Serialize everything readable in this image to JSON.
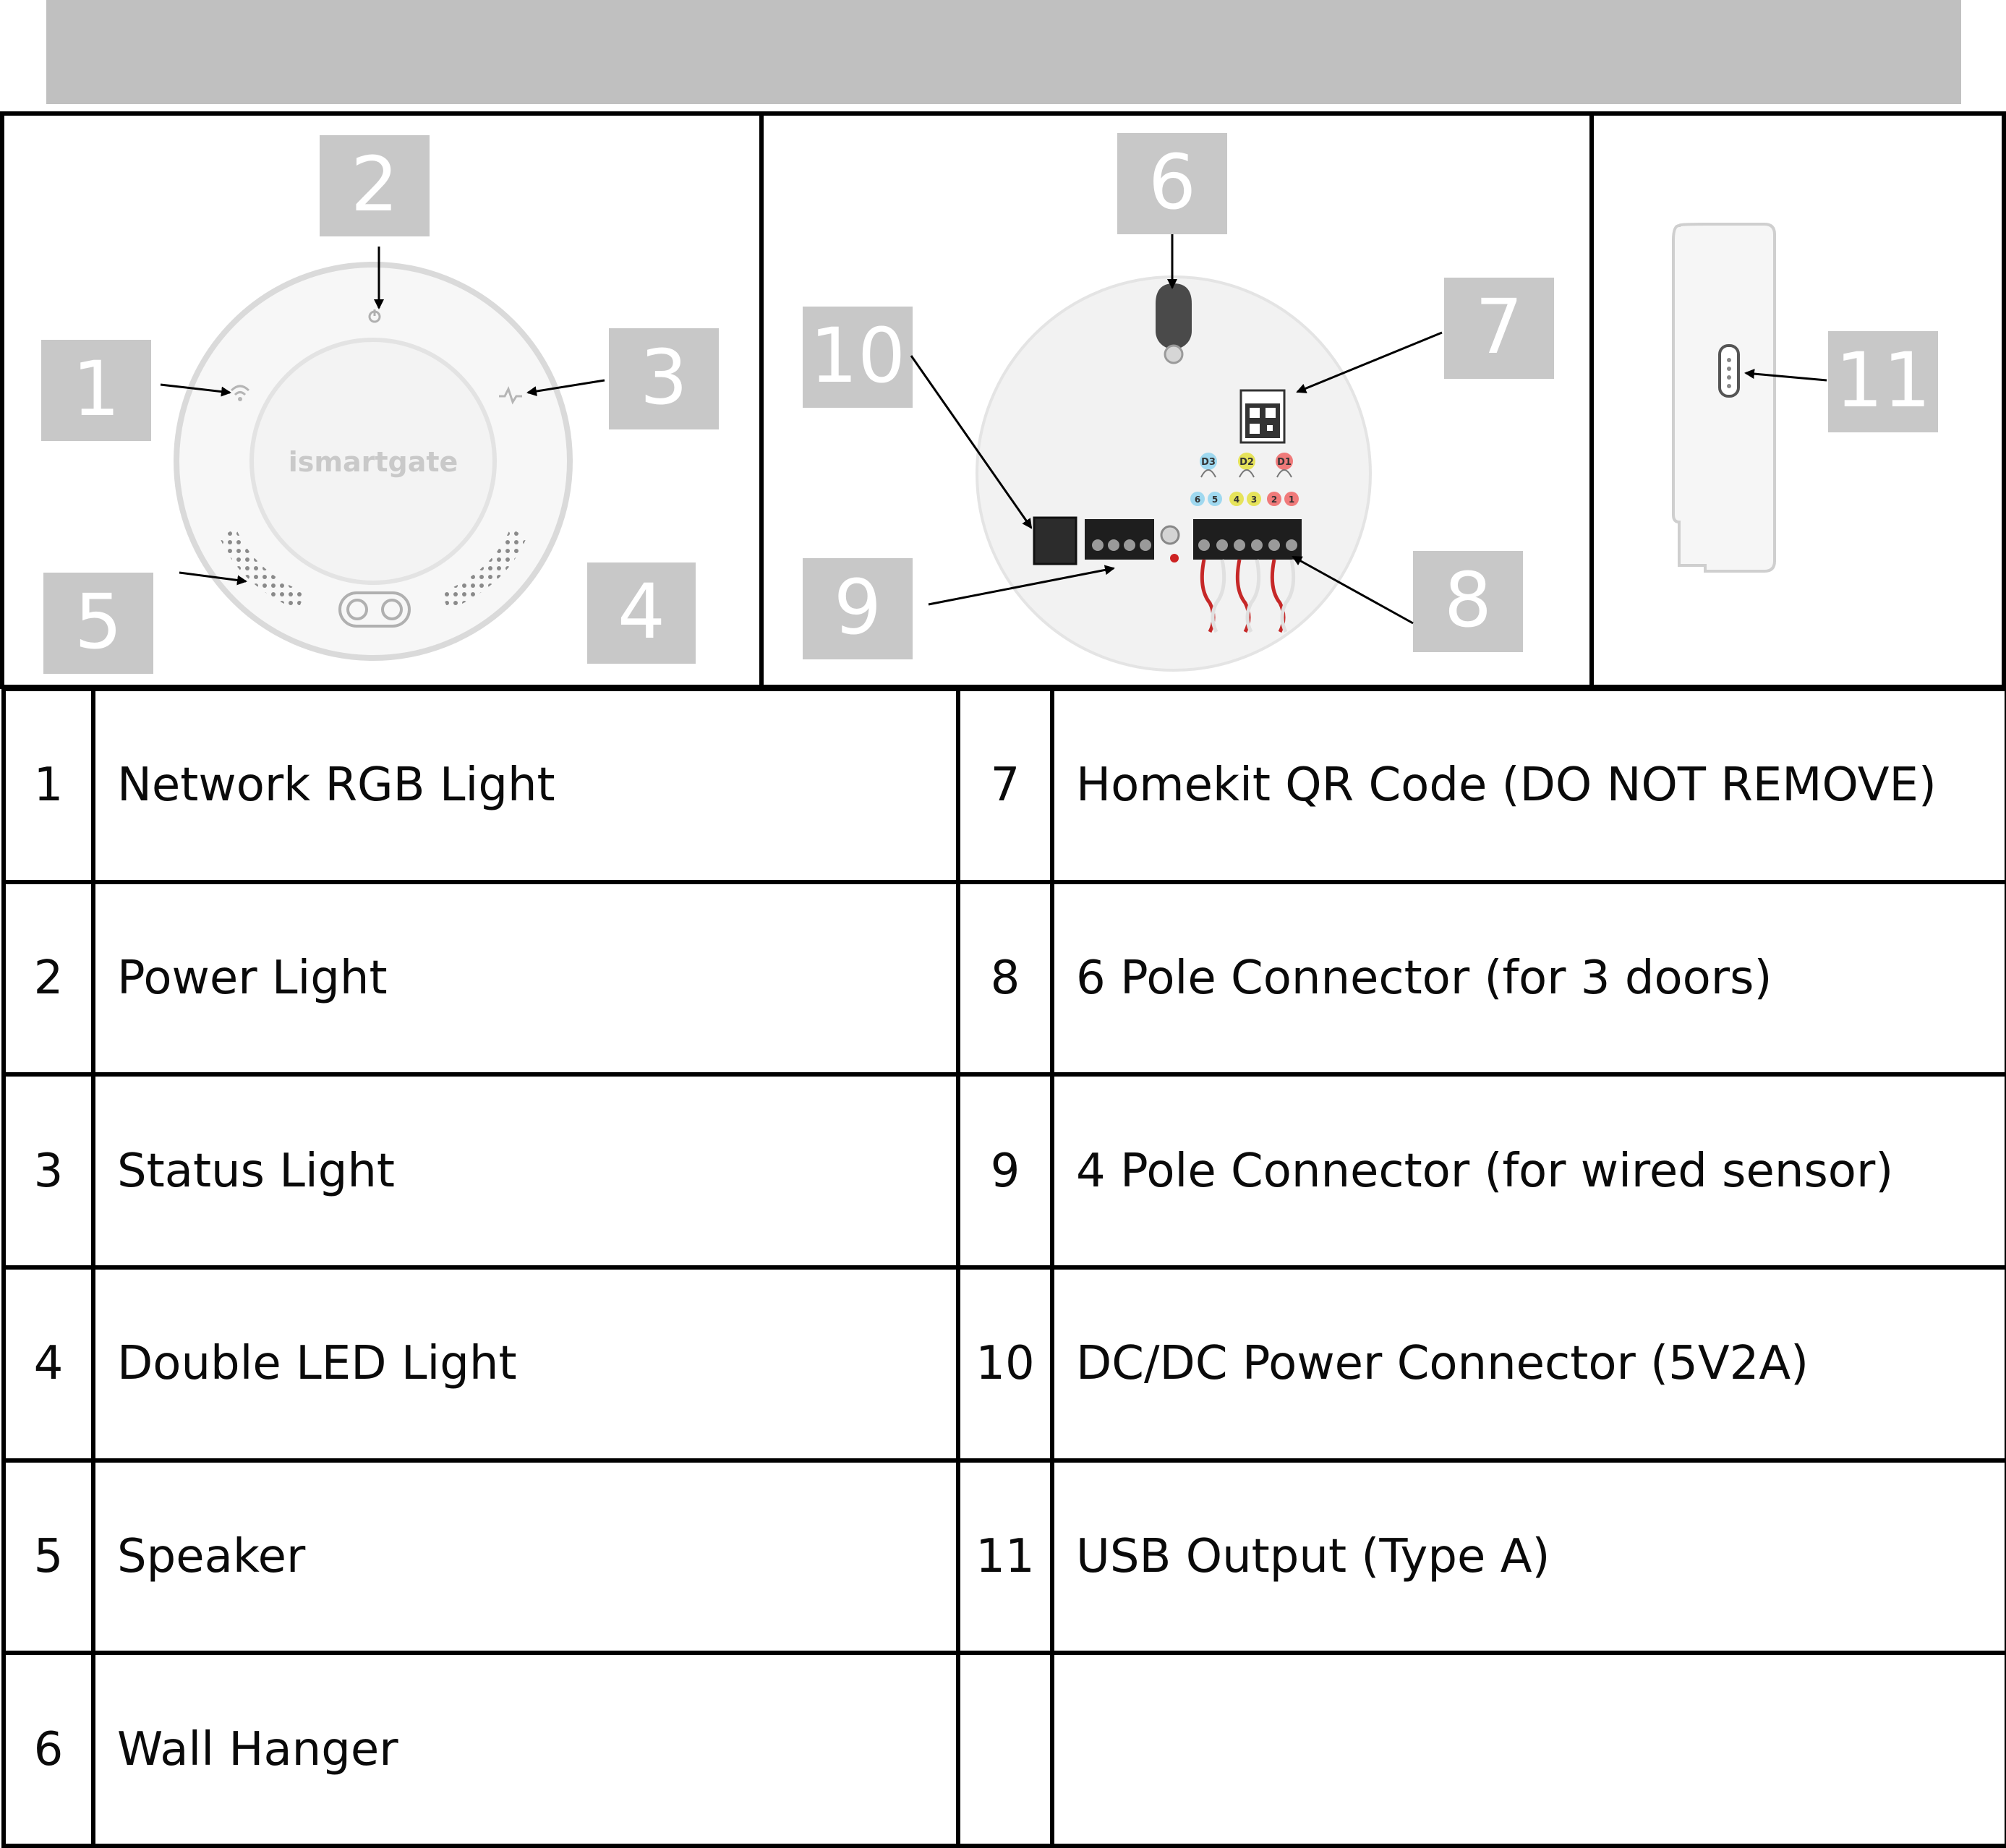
{
  "colors": {
    "header_bar": "#c0c0c0",
    "callout_box": "#c8c8c8",
    "callout_text": "#ffffff",
    "device_body": "#f2f2f2",
    "device_outline": "#dcdcdc",
    "line": "#000000"
  },
  "device_front": {
    "brand": "ismartgate",
    "callouts": [
      "1",
      "2",
      "3",
      "4",
      "5"
    ]
  },
  "device_back": {
    "callouts": [
      "6",
      "7",
      "8",
      "9",
      "10"
    ],
    "sensor_labels": [
      "D3",
      "D2",
      "D1"
    ],
    "terminal_labels": [
      "6",
      "5",
      "4",
      "3",
      "2",
      "1"
    ]
  },
  "device_side": {
    "callouts": [
      "11"
    ]
  },
  "legend": {
    "left": [
      {
        "num": "1",
        "label": "Network RGB Light"
      },
      {
        "num": "2",
        "label": "Power Light"
      },
      {
        "num": "3",
        "label": "Status Light"
      },
      {
        "num": "4",
        "label": "Double LED Light"
      },
      {
        "num": "5",
        "label": "Speaker"
      },
      {
        "num": "6",
        "label": "Wall Hanger"
      }
    ],
    "right": [
      {
        "num": "7",
        "label": "Homekit QR Code (DO NOT REMOVE)"
      },
      {
        "num": "8",
        "label": "6 Pole Connector (for 3 doors)"
      },
      {
        "num": "9",
        "label": "4 Pole Connector (for wired sensor)"
      },
      {
        "num": "10",
        "label": "DC/DC Power Connector (5V2A)"
      },
      {
        "num": "11",
        "label": "USB Output (Type A)"
      },
      {
        "num": "",
        "label": ""
      }
    ]
  }
}
